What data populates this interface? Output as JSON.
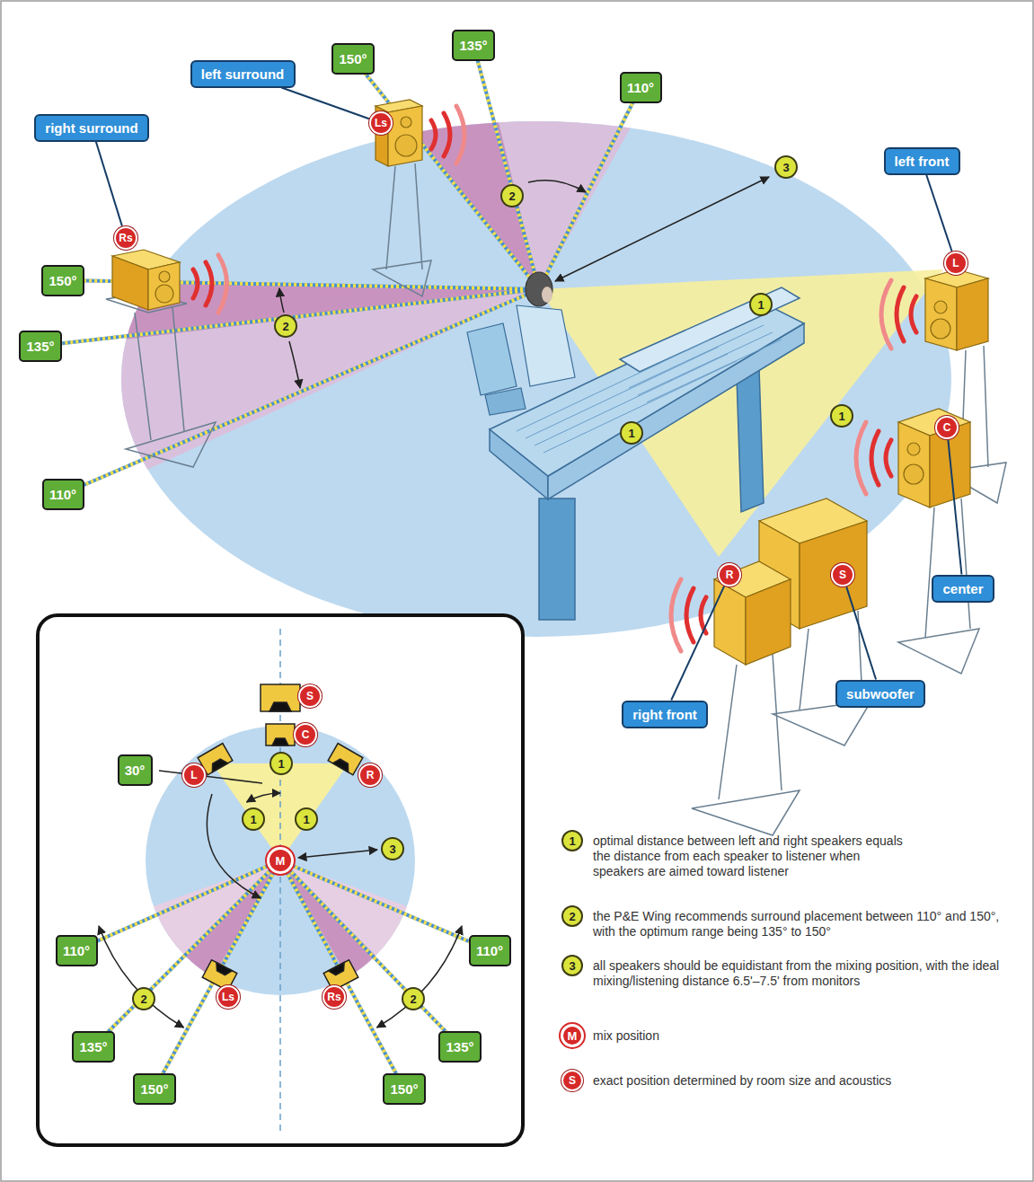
{
  "diagram": {
    "nodes": [
      {
        "text": [
          "150°"
        ]
      },
      {
        "text": [
          "135°"
        ]
      },
      {
        "text": [
          "left surround"
        ]
      },
      {
        "text": [
          "Ls"
        ]
      },
      {
        "text": [
          "110°"
        ]
      },
      {
        "text": [
          "right surround"
        ]
      },
      {
        "text": [
          "Rs"
        ]
      },
      {
        "text": [
          "150°"
        ]
      },
      {
        "text": [
          "135°"
        ]
      },
      {
        "text": [
          "110°"
        ]
      },
      {
        "text": [
          "2"
        ]
      },
      {
        "text": [
          "3"
        ]
      },
      {
        "text": [
          "2"
        ]
      },
      {
        "text": [
          "left front"
        ]
      },
      {
        "text": [
          "L"
        ]
      },
      {
        "text": [
          "1"
        ]
      },
      {
        "text": [
          "1"
        ]
      },
      {
        "text": [
          "1"
        ]
      },
      {
        "text": [
          "C"
        ]
      },
      {
        "text": [
          "center"
        ]
      },
      {
        "text": [
          "R"
        ]
      },
      {
        "text": [
          "S"
        ]
      },
      {
        "text": [
          "right front"
        ]
      },
      {
        "text": [
          "subwoofer"
        ]
      },
      {
        "text": [
          "S"
        ]
      },
      {
        "text": [
          "C"
        ]
      },
      {
        "text": [
          "L"
        ]
      },
      {
        "text": [
          "R"
        ]
      },
      {
        "text": [
          "1"
        ]
      },
      {
        "text": [
          "30°"
        ]
      },
      {
        "text": [
          "1"
        ]
      },
      {
        "text": [
          "1"
        ]
      },
      {
        "text": [
          "3"
        ]
      },
      {
        "text": [
          "M"
        ]
      },
      {
        "text": [
          "110°"
        ]
      },
      {
        "text": [
          "110°"
        ]
      },
      {
        "text": [
          "2"
        ]
      },
      {
        "text": [
          "Ls"
        ]
      },
      {
        "text": [
          "Rs"
        ]
      },
      {
        "text": [
          "2"
        ]
      },
      {
        "text": [
          "135°"
        ]
      },
      {
        "text": [
          "135°"
        ]
      },
      {
        "text": [
          "150°"
        ]
      },
      {
        "text": [
          "150°"
        ]
      }
    ],
    "edges": [
      {
        "from": 5,
        "to": 6,
        "arrow": "none"
      },
      {
        "from": 2,
        "to": 3,
        "arrow": "none"
      },
      {
        "from": 13,
        "to": 14,
        "arrow": "none"
      },
      {
        "from": 19,
        "to": 18,
        "arrow": "none"
      },
      {
        "from": 22,
        "to": 20,
        "arrow": "none"
      },
      {
        "from": 23,
        "to": 21,
        "arrow": "none"
      }
    ],
    "labels": [
      "1",
      "2",
      "3",
      "M",
      "S"
    ],
    "legend": [
      {
        "text": "optimal distance between left and right speakers equals the distance from each speaker to listener when speakers are aimed toward listener"
      },
      {
        "text": "the P&E Wing recommends surround placement between 110° and 150°, with the optimum range being 135° to 150°"
      },
      {
        "text": "all speakers should be equidistant from the mixing position, with the ideal mixing/listening distance 6.5'–7.5' from monitors"
      },
      {
        "text": "mix position"
      },
      {
        "text": "exact position determined by room size and acoustics"
      }
    ]
  }
}
